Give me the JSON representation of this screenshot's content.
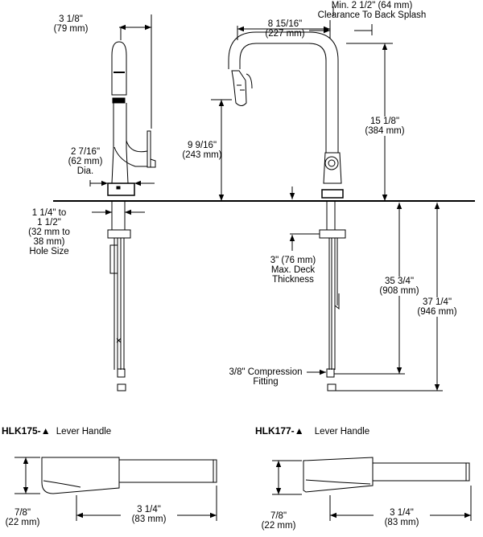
{
  "side_view": {
    "spout_dim": {
      "imperial": "3 1/8\"",
      "metric": "(79 mm)"
    },
    "base_dim": {
      "imperial": "2 7/16\"",
      "metric": "(62 mm)",
      "note": "Dia."
    },
    "hole_size": {
      "line1": "1 1/4\" to",
      "line2": "1 1/2\"",
      "line3": "(32 mm to",
      "line4": "38 mm)",
      "line5": "Hole Size"
    }
  },
  "front_view": {
    "backsplash": {
      "line1": "Min. 2 1/2\" (64 mm)",
      "line2": "Clearance To Back Splash"
    },
    "reach": {
      "imperial": "8 15/16\"",
      "metric": "(227 mm)"
    },
    "spout_height": {
      "imperial": "9 9/16\"",
      "metric": "(243 mm)"
    },
    "overall_height": {
      "imperial": "15 1/8\"",
      "metric": "(384 mm)"
    },
    "deck": {
      "line1": "3\" (76 mm)",
      "line2": "Max. Deck",
      "line3": "Thickness"
    },
    "below_deck_a": {
      "imperial": "35 3/4\"",
      "metric": "(908 mm)"
    },
    "below_deck_b": {
      "imperial": "37 1/4\"",
      "metric": "(946 mm)"
    },
    "fitting": {
      "line1": "3/8\" Compression",
      "line2": "Fitting"
    }
  },
  "handles": [
    {
      "model": "HLK175-",
      "triangle": "▲",
      "type": "Lever Handle",
      "height": {
        "imperial": "7/8\"",
        "metric": "(22 mm)"
      },
      "length": {
        "imperial": "3 1/4\"",
        "metric": "(83 mm)"
      }
    },
    {
      "model": "HLK177-",
      "triangle": "▲",
      "type": "Lever Handle",
      "height": {
        "imperial": "7/8\"",
        "metric": "(22 mm)"
      },
      "length": {
        "imperial": "3 1/4\"",
        "metric": "(83 mm)"
      }
    }
  ]
}
